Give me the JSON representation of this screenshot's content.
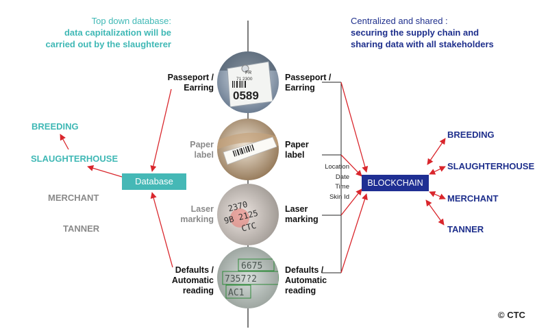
{
  "header_left": {
    "line1": "Top down database:",
    "line2": "data capitalization will be",
    "line3": "carried out by the slaughterer"
  },
  "header_right": {
    "line1": "Centralized and shared :",
    "line2": "securing the supply chain and",
    "line3": "sharing data with all stakeholders"
  },
  "left_stakeholders": [
    "BREEDING",
    "SLAUGHTERHOUSE",
    "MERCHANT",
    "TANNER"
  ],
  "right_stakeholders": [
    "BREEDING",
    "SLAUGHTERHOUSE",
    "MERCHANT",
    "TANNER"
  ],
  "database_label": "Database",
  "blockchain_label": "BLOCKCHAIN",
  "methods": [
    {
      "line1": "Passeport /",
      "line2": "Earring",
      "line3": ""
    },
    {
      "line1": "Paper",
      "line2": "label",
      "line3": ""
    },
    {
      "line1": "Laser",
      "line2": "marking",
      "line3": ""
    },
    {
      "line1": "Defaults /",
      "line2": "Automatic",
      "line3": "reading"
    }
  ],
  "circle_texts": {
    "tag_top": "FR",
    "tag_mid": "71 2300",
    "tag_big": "0589",
    "laser_l1": "2370",
    "laser_l2": "9B 2125",
    "laser_l3": "CTC",
    "defaults_l1": "6675",
    "defaults_l2": "7357?2",
    "defaults_l3": "AC1"
  },
  "metadata_fields": [
    "Location",
    "Date",
    "Time",
    "Skin Id"
  ],
  "copyright": "© CTC",
  "colors": {
    "teal": "#3fb8b5",
    "navy": "#1e2f8c",
    "grey": "#8a8a8a",
    "arrow_red": "#d9262c"
  }
}
